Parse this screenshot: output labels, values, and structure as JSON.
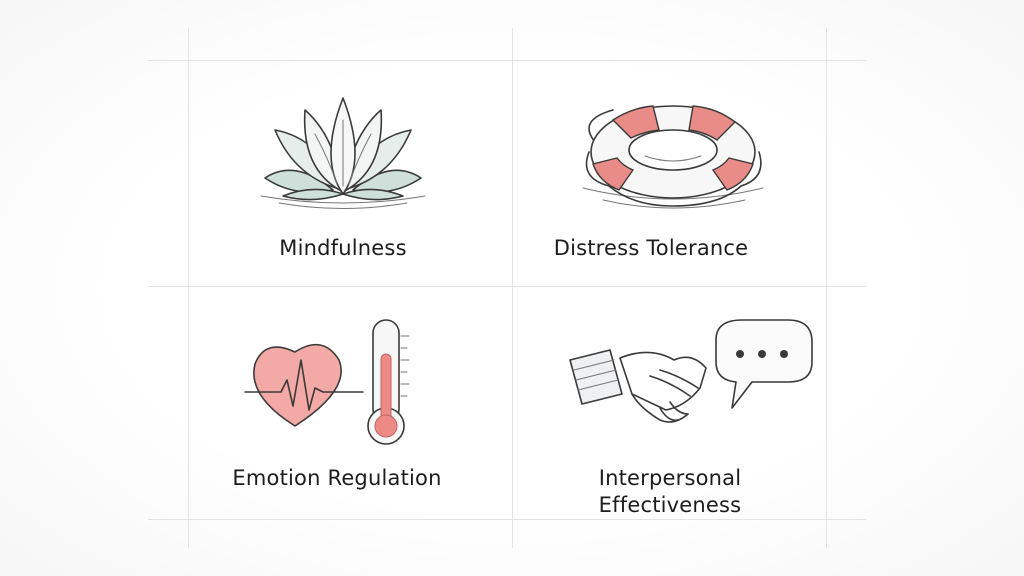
{
  "diagram": {
    "quadrants": [
      {
        "id": "mindfulness",
        "label": "Mindfulness",
        "icon": "lotus-flower-icon"
      },
      {
        "id": "distress",
        "label": "Distress Tolerance",
        "icon": "life-ring-icon"
      },
      {
        "id": "emotion",
        "label": "Emotion Regulation",
        "icon": "heart-thermometer-icon"
      },
      {
        "id": "interpersonal",
        "label_line1": "Interpersonal",
        "label_line2": "Effectiveness",
        "icon": "handshake-speech-bubble-icon"
      }
    ],
    "colors": {
      "lotus_leaf": "#cfe0da",
      "lotus_petal": "#f3f4f4",
      "life_ring_red": "#e98b87",
      "heart_fill": "#f3a9a5",
      "thermometer_red": "#ee8a86",
      "grid": "#e4e4e4"
    }
  }
}
